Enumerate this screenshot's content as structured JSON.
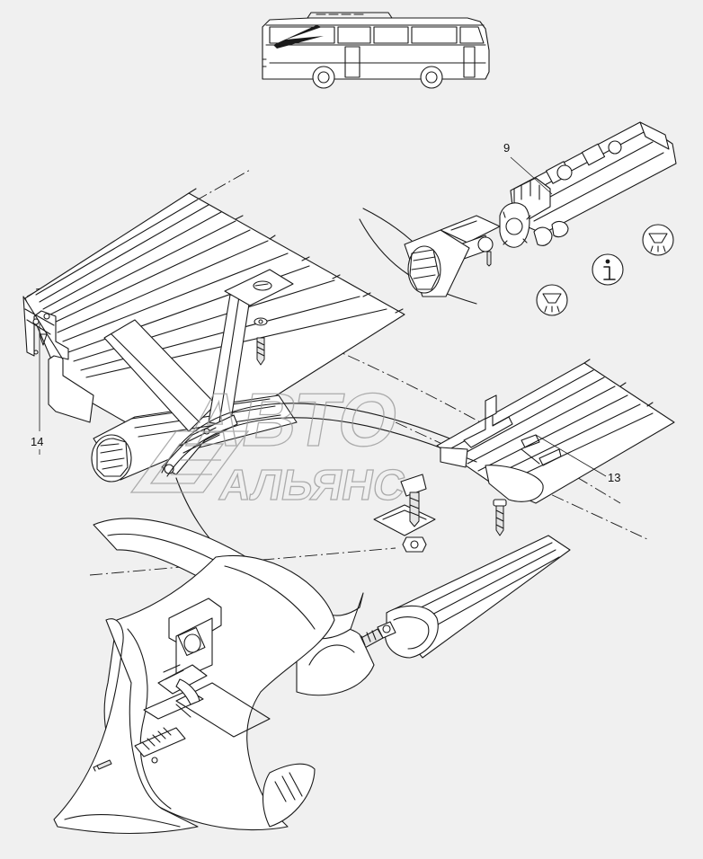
{
  "callouts": {
    "c9": "9",
    "c13": "13",
    "c14": "14"
  },
  "watermark": {
    "line1": "АВТО",
    "line2": "АЛЬЯНС"
  },
  "icons": {
    "info": "info-icon",
    "lamp_a": "ceiling-lamp-icon",
    "lamp_b": "ceiling-lamp-icon"
  },
  "colors": {
    "background": "#f0f0f0",
    "line": "#1a1a1a",
    "watermark": "#9a9a9a"
  }
}
